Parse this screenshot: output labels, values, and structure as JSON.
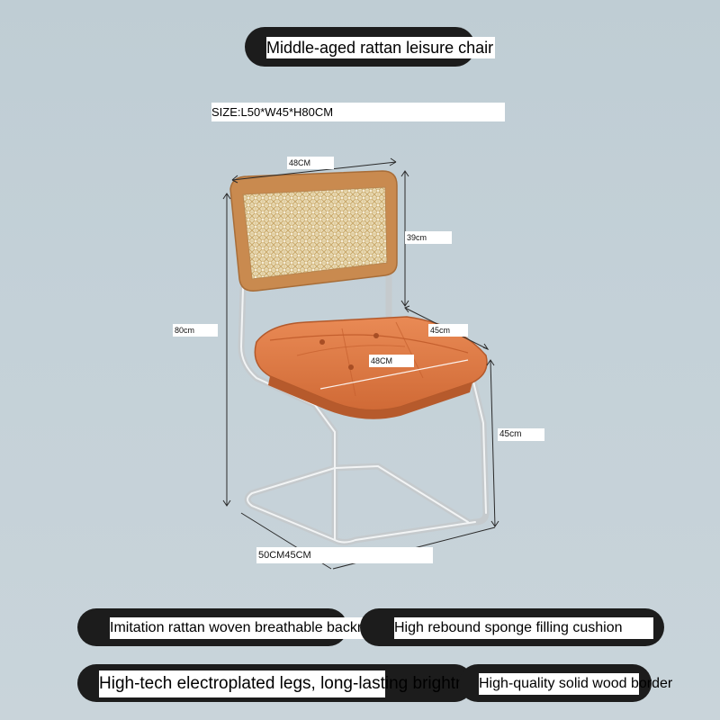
{
  "title": "Middle-aged rattan leisure chair",
  "size_label": "SIZE:L50*W45*H80CM",
  "dimensions": {
    "top_width": "48CM",
    "back_height": "39cm",
    "total_height": "80cm",
    "seat_depth": "45cm",
    "seat_width": "48CM",
    "seat_height": "45cm",
    "base": "50CM45CM"
  },
  "features": {
    "rattan_back": "Imitation rattan woven breathable backrest",
    "cushion": "High rebound sponge filling cushion",
    "legs": "High-tech electroplated legs, long-lasting brightness",
    "border": "High-quality solid wood border"
  },
  "colors": {
    "pill": "#1c1c1c",
    "cushion": "#e07a45",
    "wood": "#c98a4f",
    "chrome": "#d9dde0"
  }
}
